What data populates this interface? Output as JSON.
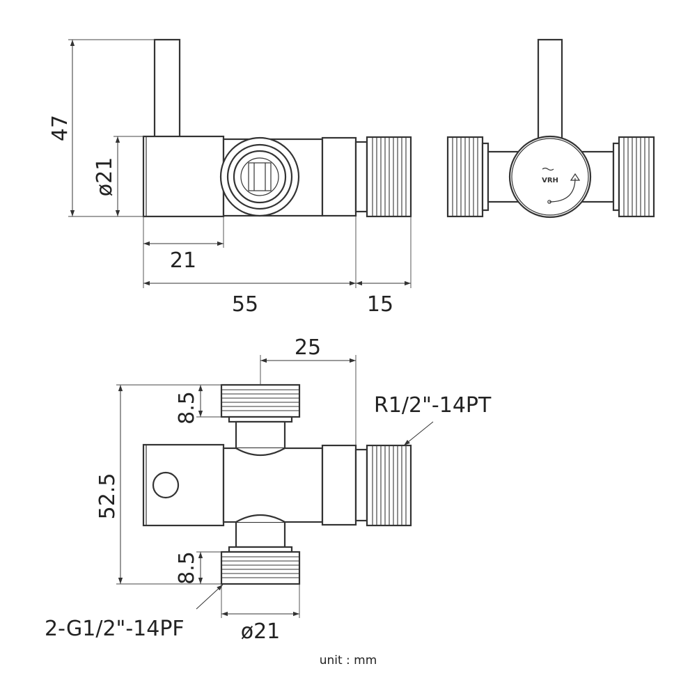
{
  "front_view": {
    "dim_height": "47",
    "dim_diameter": "ø21",
    "dim_body": "21",
    "dim_length": "55",
    "dim_thread": "15"
  },
  "back_view": {
    "logo_text": "VRH"
  },
  "top_view": {
    "dim_offset": "25",
    "dim_thread_top": "8.5",
    "dim_thread_bottom": "8.5",
    "dim_total": "52.5",
    "dim_diameter": "ø21",
    "label_outlet_thread": "R1/2\"-14PT",
    "label_inlet_thread": "2-G1/2\"-14PF"
  },
  "footer": {
    "unit_note": "unit : mm"
  }
}
